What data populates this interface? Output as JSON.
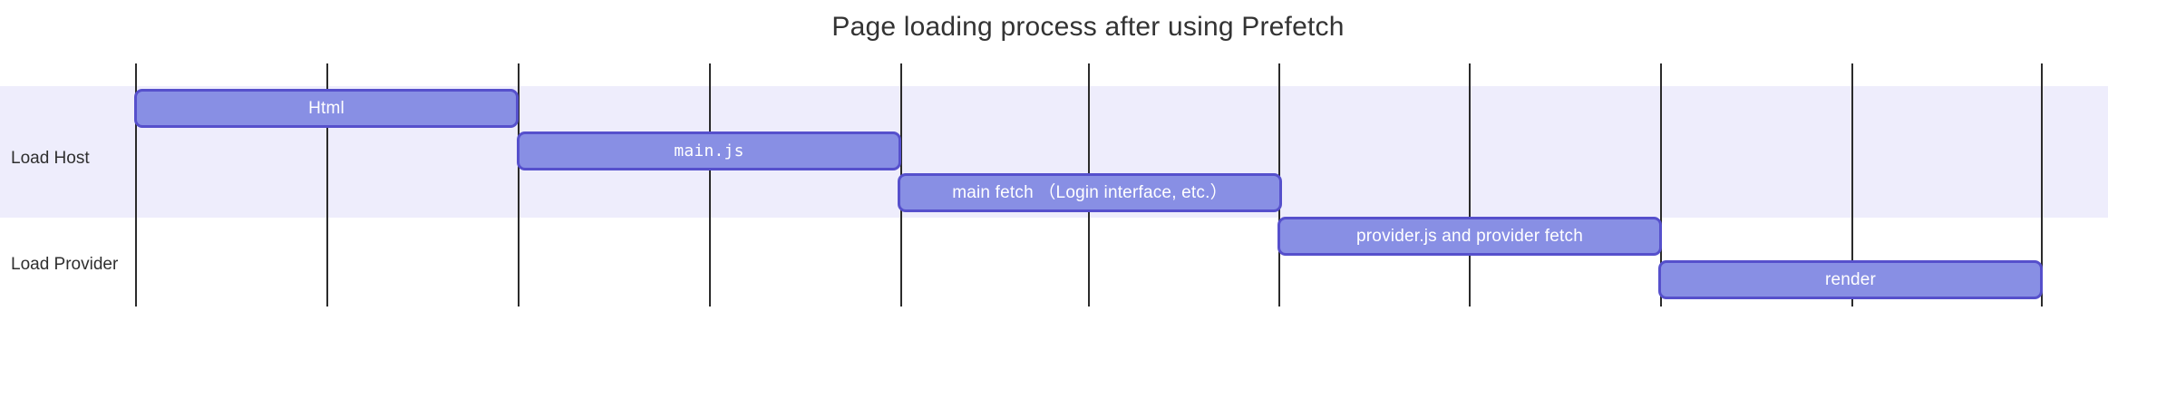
{
  "chart_data": {
    "type": "bar",
    "title": "Page loading process after using Prefetch",
    "xlabel": "",
    "ylabel": "",
    "orientation": "horizontal",
    "subtype": "gantt-timeline",
    "grid": true,
    "legend": false,
    "categories": [
      "Load Host",
      "Load Provider"
    ],
    "xlim": [
      0,
      10
    ],
    "gridline_positions": [
      0,
      1,
      2,
      3,
      4,
      5,
      6,
      7,
      8,
      9,
      10
    ],
    "tasks": [
      {
        "label": "Html",
        "category": "Load Host",
        "start": 0,
        "end": 2,
        "row": 0,
        "mono": false
      },
      {
        "label": "main.js",
        "category": "Load Host",
        "start": 2,
        "end": 4,
        "row": 1,
        "mono": true
      },
      {
        "label": "main fetch （Login interface, etc.）",
        "category": "Load Host",
        "start": 4,
        "end": 6,
        "row": 2,
        "mono": false
      },
      {
        "label": "provider.js and provider fetch",
        "category": "Load Provider",
        "start": 6,
        "end": 8,
        "row": 3,
        "mono": false
      },
      {
        "label": "render",
        "category": "Load Provider",
        "start": 8,
        "end": 10,
        "row": 4,
        "mono": false
      }
    ],
    "colors": {
      "bar_fill": "#888fe4",
      "bar_border": "#5650cc",
      "bar_text": "#ffffff",
      "row_band": "#eeedfc",
      "gridline": "#2b2b2b",
      "title_text": "#333333",
      "label_text": "#2f2f2f",
      "background": "#ffffff"
    }
  },
  "rows": [
    {
      "label": "Load Host"
    },
    {
      "label": "Load Provider"
    }
  ],
  "bars": [
    {
      "label": "Html"
    },
    {
      "label": "main.js"
    },
    {
      "label": "main fetch （Login interface, etc.）"
    },
    {
      "label": "provider.js and provider fetch"
    },
    {
      "label": "render"
    }
  ]
}
